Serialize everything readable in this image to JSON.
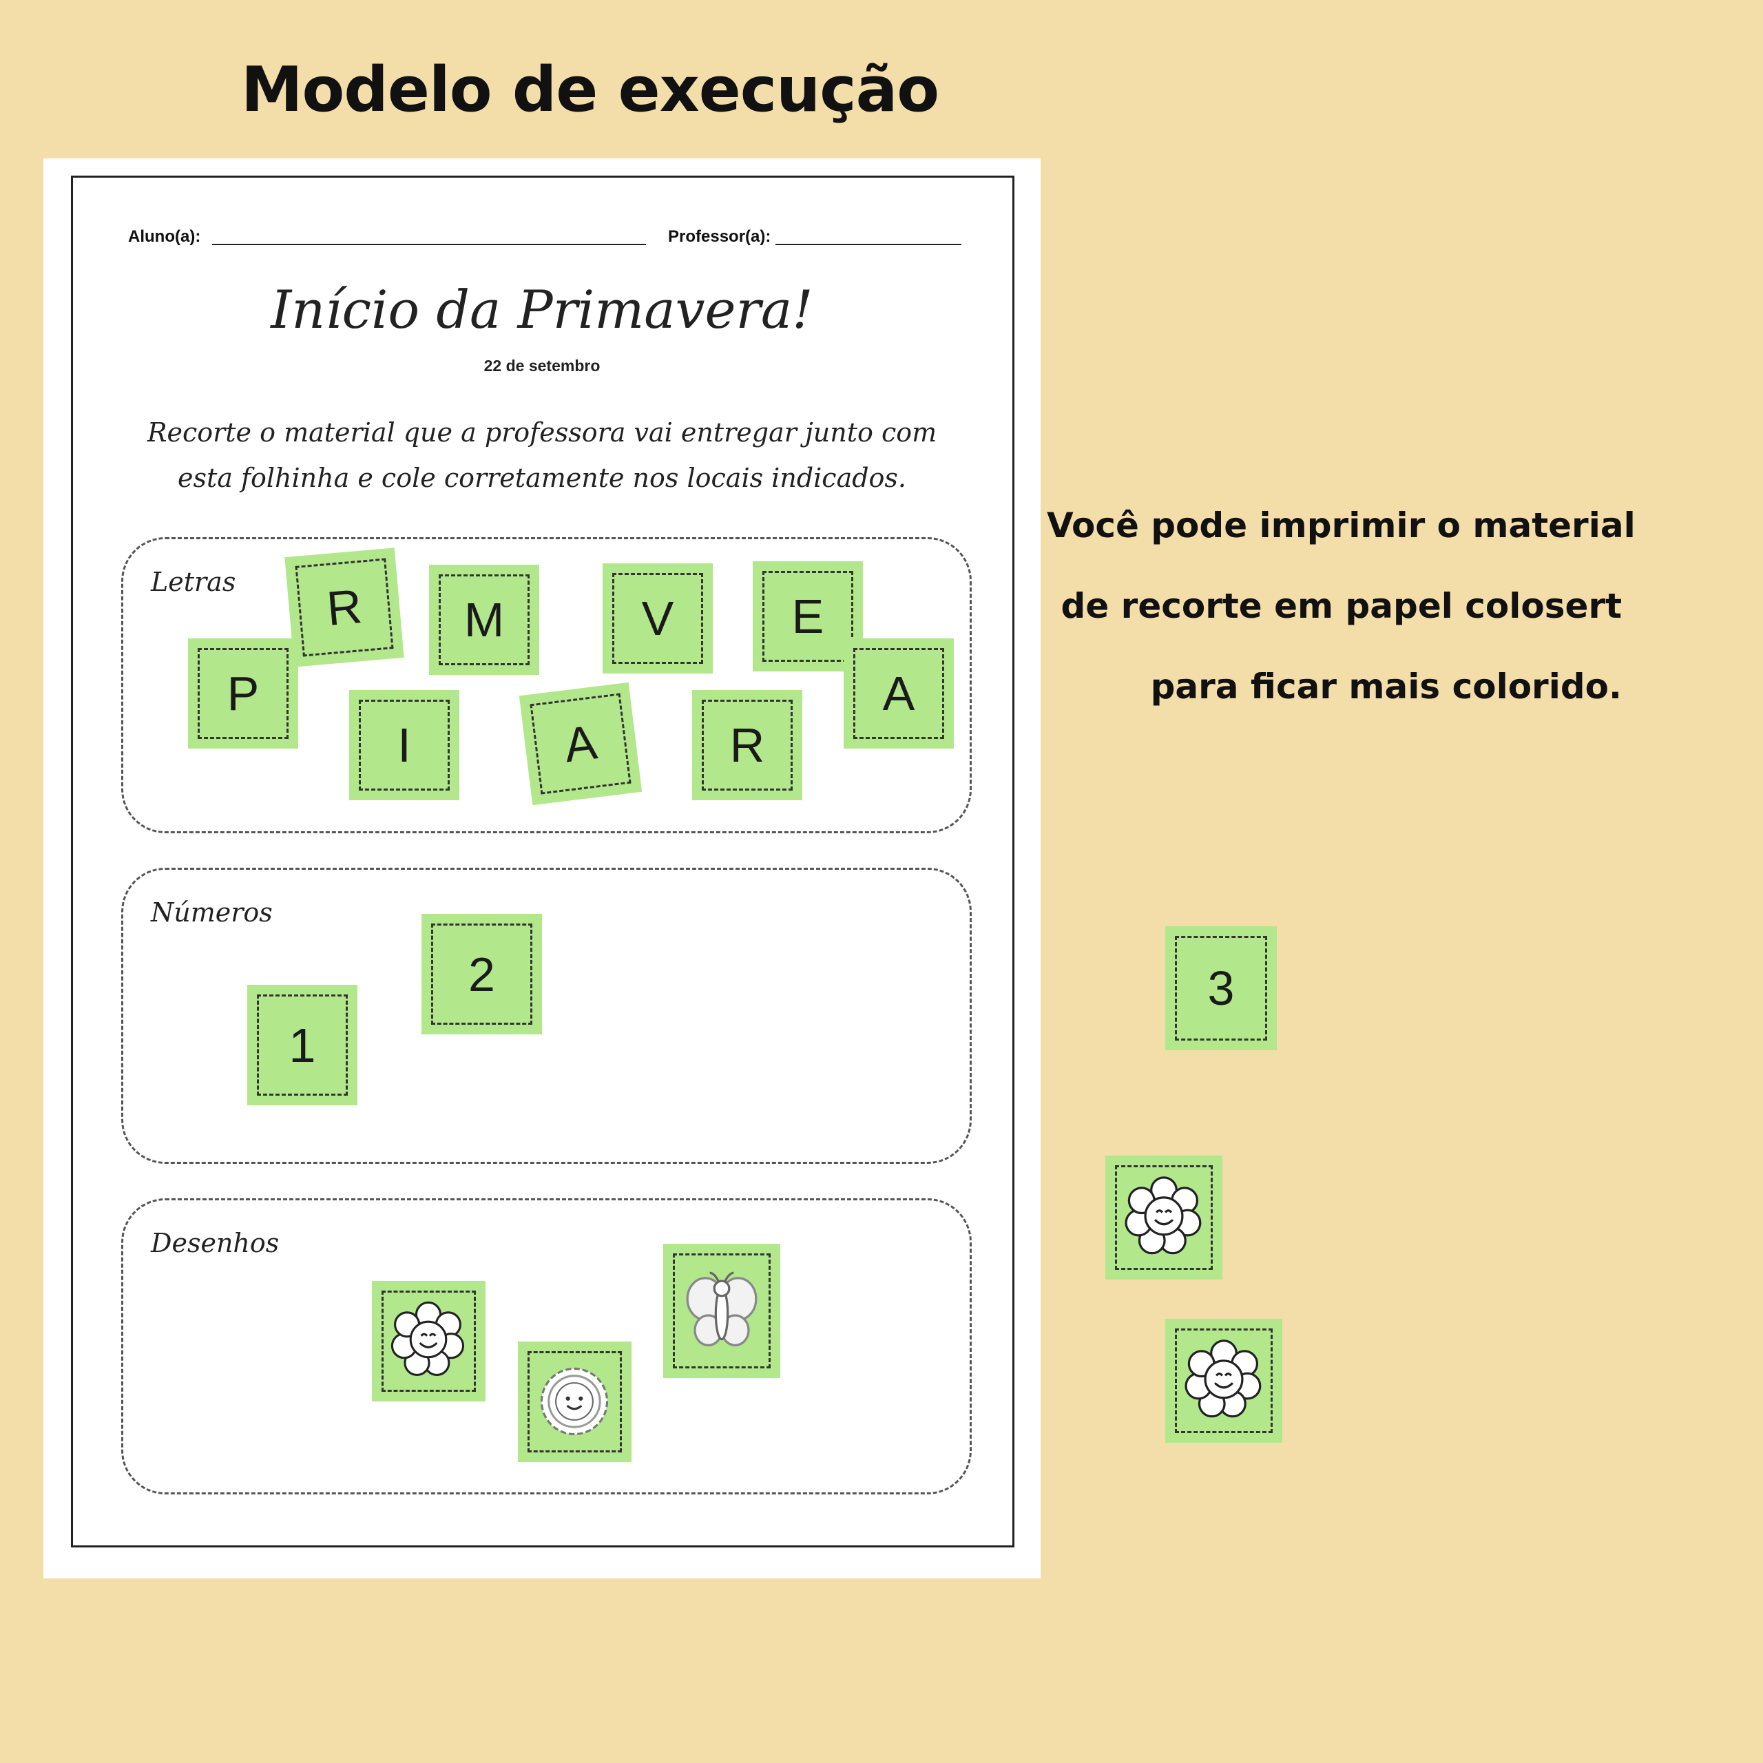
{
  "heading": "Modelo de execução",
  "worksheet": {
    "student_label": "Aluno(a):",
    "teacher_label": "Professor(a):",
    "title": "Início da Primavera!",
    "date": "22 de setembro",
    "instruction_line1": "Recorte o material que a professora vai entregar junto com",
    "instruction_line2": "esta folhinha e cole corretamente nos locais indicados.",
    "sections": {
      "letters": {
        "label": "Letras",
        "cards": [
          "P",
          "R",
          "I",
          "M",
          "A",
          "V",
          "R",
          "E",
          "A"
        ]
      },
      "numbers": {
        "label": "Números",
        "cards": [
          "1",
          "2"
        ]
      },
      "drawings": {
        "label": "Desenhos",
        "cards": [
          "flower-icon",
          "sun-flower-icon",
          "butterfly-icon"
        ]
      }
    }
  },
  "side_note": {
    "line1": "Você pode imprimir o material",
    "line2": "de recorte em papel colosert",
    "line3": "para ficar mais colorido."
  },
  "loose_cards": {
    "number": "3",
    "icons": [
      "flower-icon",
      "flower-icon"
    ]
  },
  "colors": {
    "background": "#f3deaa",
    "card_green": "#b2e78c",
    "paper": "#ffffff"
  }
}
